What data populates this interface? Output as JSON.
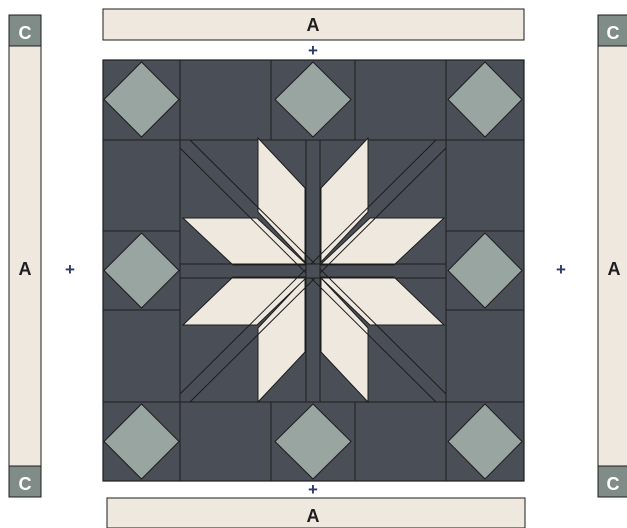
{
  "labels": {
    "a_top": "A",
    "a_bottom": "A",
    "a_left": "A",
    "a_right": "A",
    "c_left_top": "C",
    "c_left_bottom": "C",
    "c_right_top": "C",
    "c_right_bottom": "C"
  },
  "operators": {
    "plus_top": "+",
    "plus_bottom": "+",
    "plus_left": "+",
    "plus_right": "+"
  },
  "colors": {
    "dark_fabric": "#4a4f57",
    "light_fabric": "#efe8df",
    "sage_fabric": "#98a5a0",
    "corner_fabric": "#7f8c87",
    "outline": "#1d1d1d",
    "plus_color": "#2b3a6b"
  }
}
